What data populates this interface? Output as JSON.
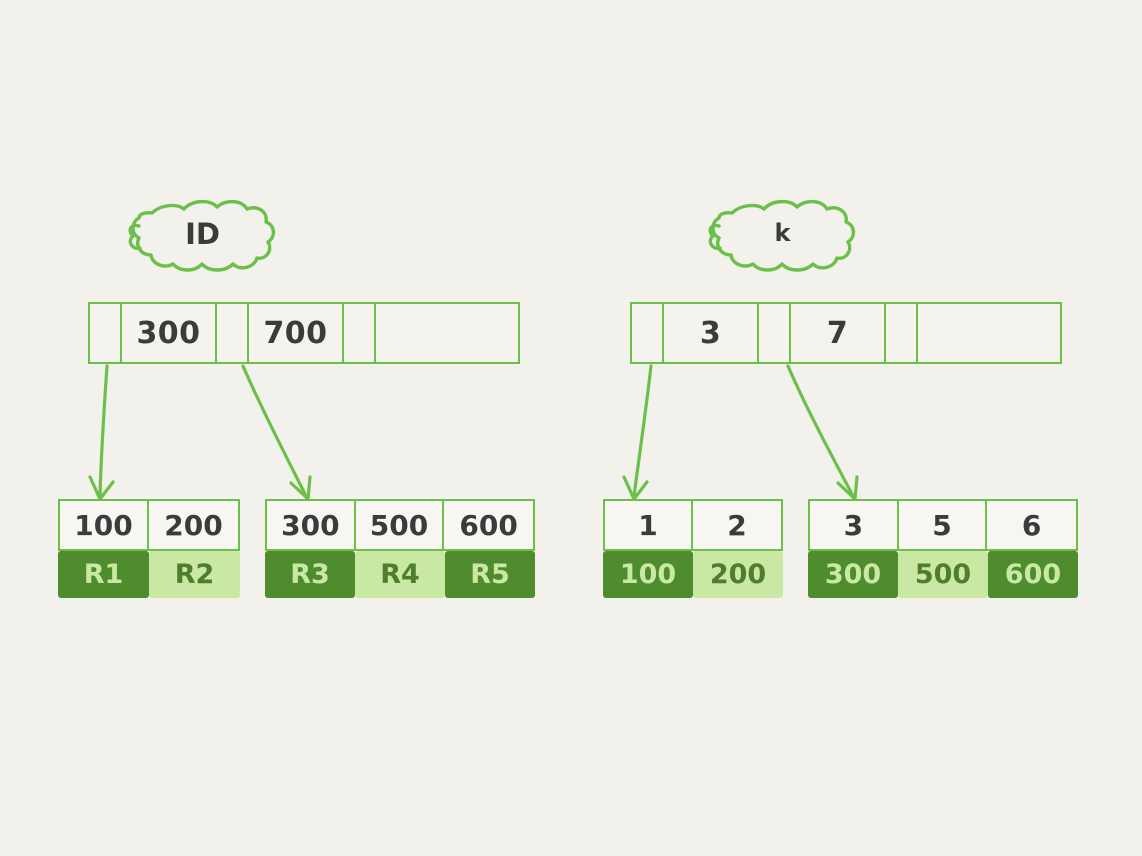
{
  "canvas": {
    "background": "#f2f1ec",
    "ink_green": "#6cc04a",
    "dark_green": "#4f8c2e",
    "light_green": "#c9e8a3",
    "text_dark": "#3b3b3b"
  },
  "diagram": {
    "type": "b-plus-tree-index-comparison",
    "trees": [
      {
        "id": "primary-index",
        "cloud_label": "ID",
        "root": {
          "cells": [
            {
              "kind": "pointer",
              "label": ""
            },
            {
              "kind": "key",
              "label": "300"
            },
            {
              "kind": "pointer",
              "label": ""
            },
            {
              "kind": "key",
              "label": "700"
            },
            {
              "kind": "pointer",
              "label": ""
            },
            {
              "kind": "tail",
              "label": ""
            }
          ]
        },
        "leaves": [
          {
            "id": "leaf-left-1",
            "keys": [
              "100",
              "200"
            ],
            "values": [
              {
                "label": "R1",
                "tone": "dark"
              },
              {
                "label": "R2",
                "tone": "light"
              }
            ]
          },
          {
            "id": "leaf-left-2",
            "keys": [
              "300",
              "500",
              "600"
            ],
            "values": [
              {
                "label": "R3",
                "tone": "dark"
              },
              {
                "label": "R4",
                "tone": "light"
              },
              {
                "label": "R5",
                "tone": "dark"
              }
            ]
          }
        ]
      },
      {
        "id": "secondary-index",
        "cloud_label": "k",
        "root": {
          "cells": [
            {
              "kind": "pointer",
              "label": ""
            },
            {
              "kind": "key",
              "label": "3"
            },
            {
              "kind": "pointer",
              "label": ""
            },
            {
              "kind": "key",
              "label": "7"
            },
            {
              "kind": "pointer",
              "label": ""
            },
            {
              "kind": "tail",
              "label": ""
            }
          ]
        },
        "leaves": [
          {
            "id": "leaf-right-1",
            "keys": [
              "1",
              "2"
            ],
            "values": [
              {
                "label": "100",
                "tone": "dark"
              },
              {
                "label": "200",
                "tone": "light"
              }
            ]
          },
          {
            "id": "leaf-right-2",
            "keys": [
              "3",
              "5",
              "6"
            ],
            "values": [
              {
                "label": "300",
                "tone": "dark"
              },
              {
                "label": "500",
                "tone": "light"
              },
              {
                "label": "600",
                "tone": "dark"
              }
            ]
          }
        ]
      }
    ]
  }
}
